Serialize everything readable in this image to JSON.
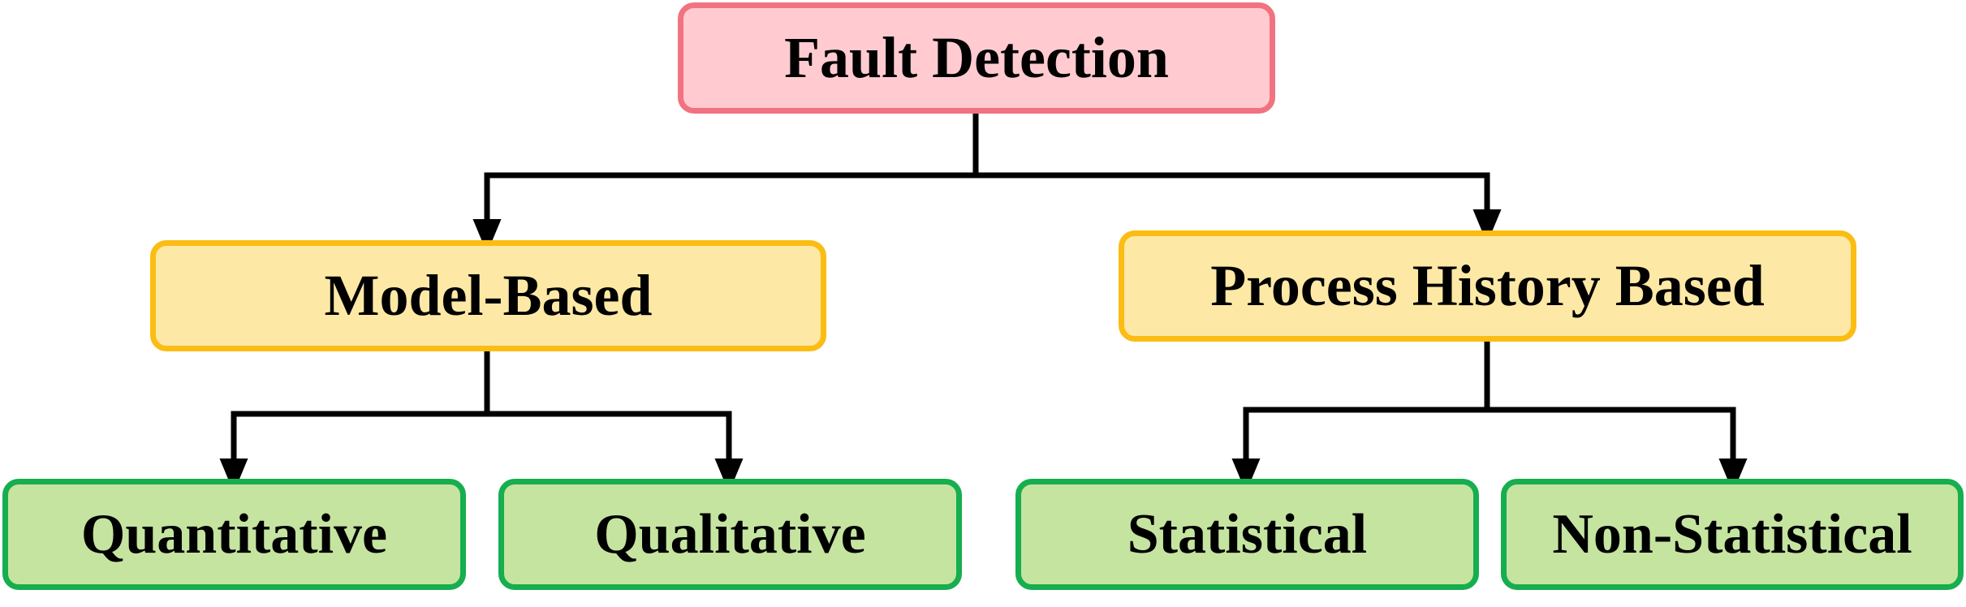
{
  "diagram": {
    "root": {
      "label": "Fault Detection"
    },
    "branches": [
      {
        "label": "Model-Based",
        "children": [
          {
            "label": "Quantitative"
          },
          {
            "label": "Qualitative"
          }
        ]
      },
      {
        "label": "Process History Based",
        "children": [
          {
            "label": "Statistical"
          },
          {
            "label": "Non-Statistical"
          }
        ]
      }
    ]
  },
  "colors": {
    "root_fill": "#ffcbd0",
    "root_border": "#f27380",
    "mid_fill": "#fde9a5",
    "mid_border": "#fbbd14",
    "leaf_fill": "#c5e4a0",
    "leaf_border": "#16ae4f",
    "connector": "#000000"
  }
}
